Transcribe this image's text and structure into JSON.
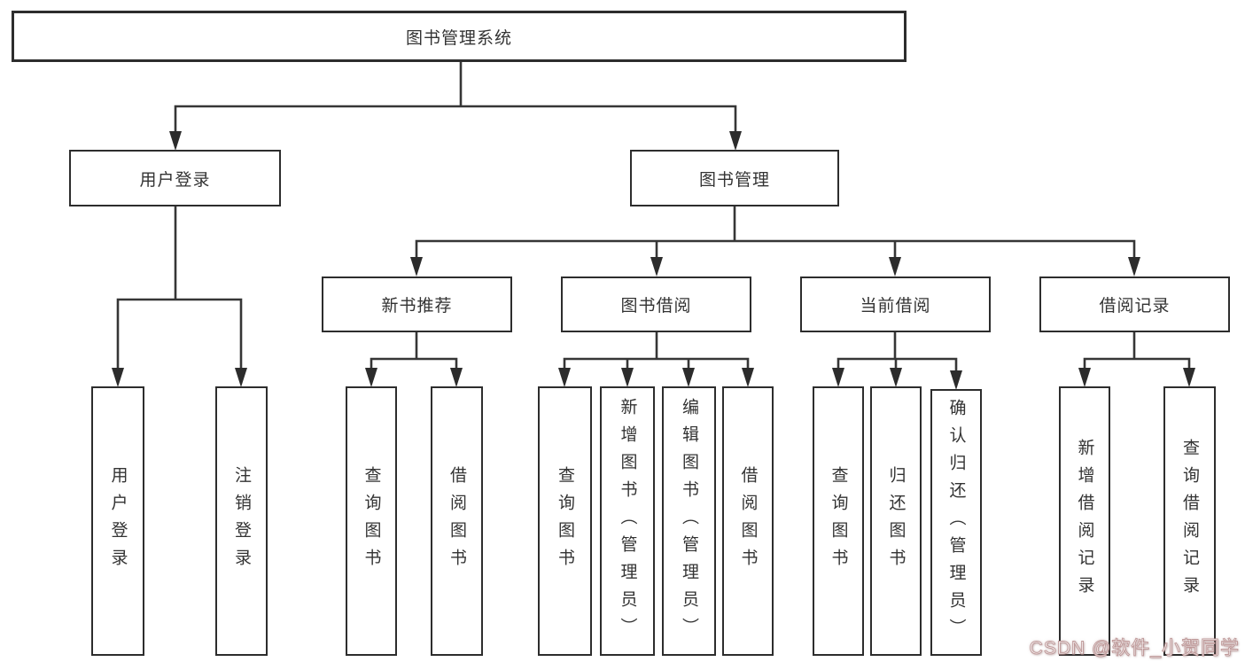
{
  "diagram": {
    "type": "hierarchy-tree",
    "colors": {
      "line": "#363636",
      "box_border": "#2d2d2d",
      "box_fill": "#ffffff",
      "text": "#333333",
      "watermark_tint": "#bf9a9a"
    },
    "watermark": "CSDN @软件_小贺同学",
    "nodes": {
      "root": {
        "label": "图书管理系统"
      },
      "user_login": {
        "label": "用户登录"
      },
      "book_mgmt": {
        "label": "图书管理"
      },
      "new_book_rec": {
        "label": "新书推荐"
      },
      "book_borrow": {
        "label": "图书借阅"
      },
      "current_borrow": {
        "label": "当前借阅"
      },
      "borrow_records": {
        "label": "借阅记录"
      },
      "user_login_leaf": {
        "label": "用户登录"
      },
      "logout_leaf": {
        "label": "注销登录"
      },
      "rec_query_books": {
        "label": "查询图书"
      },
      "rec_borrow_books": {
        "label": "借阅图书"
      },
      "bb_query_books": {
        "label": "查询图书"
      },
      "bb_add_books": {
        "label": "新增图书（管理员）"
      },
      "bb_edit_books": {
        "label": "编辑图书（管理员）"
      },
      "bb_borrow_books": {
        "label": "借阅图书"
      },
      "cb_query_books": {
        "label": "查询图书"
      },
      "cb_return_books": {
        "label": "归还图书"
      },
      "cb_confirm_return": {
        "label": "确认归还（管理员）"
      },
      "br_add_record": {
        "label": "新增借阅记录"
      },
      "br_query_record": {
        "label": "查询借阅记录"
      }
    },
    "hierarchy": {
      "图书管理系统": {
        "用户登录": [
          "用户登录",
          "注销登录"
        ],
        "图书管理": {
          "新书推荐": [
            "查询图书",
            "借阅图书"
          ],
          "图书借阅": [
            "查询图书",
            "新增图书（管理员）",
            "编辑图书（管理员）",
            "借阅图书"
          ],
          "当前借阅": [
            "查询图书",
            "归还图书",
            "确认归还（管理员）"
          ],
          "借阅记录": [
            "新增借阅记录",
            "查询借阅记录"
          ]
        }
      }
    }
  }
}
